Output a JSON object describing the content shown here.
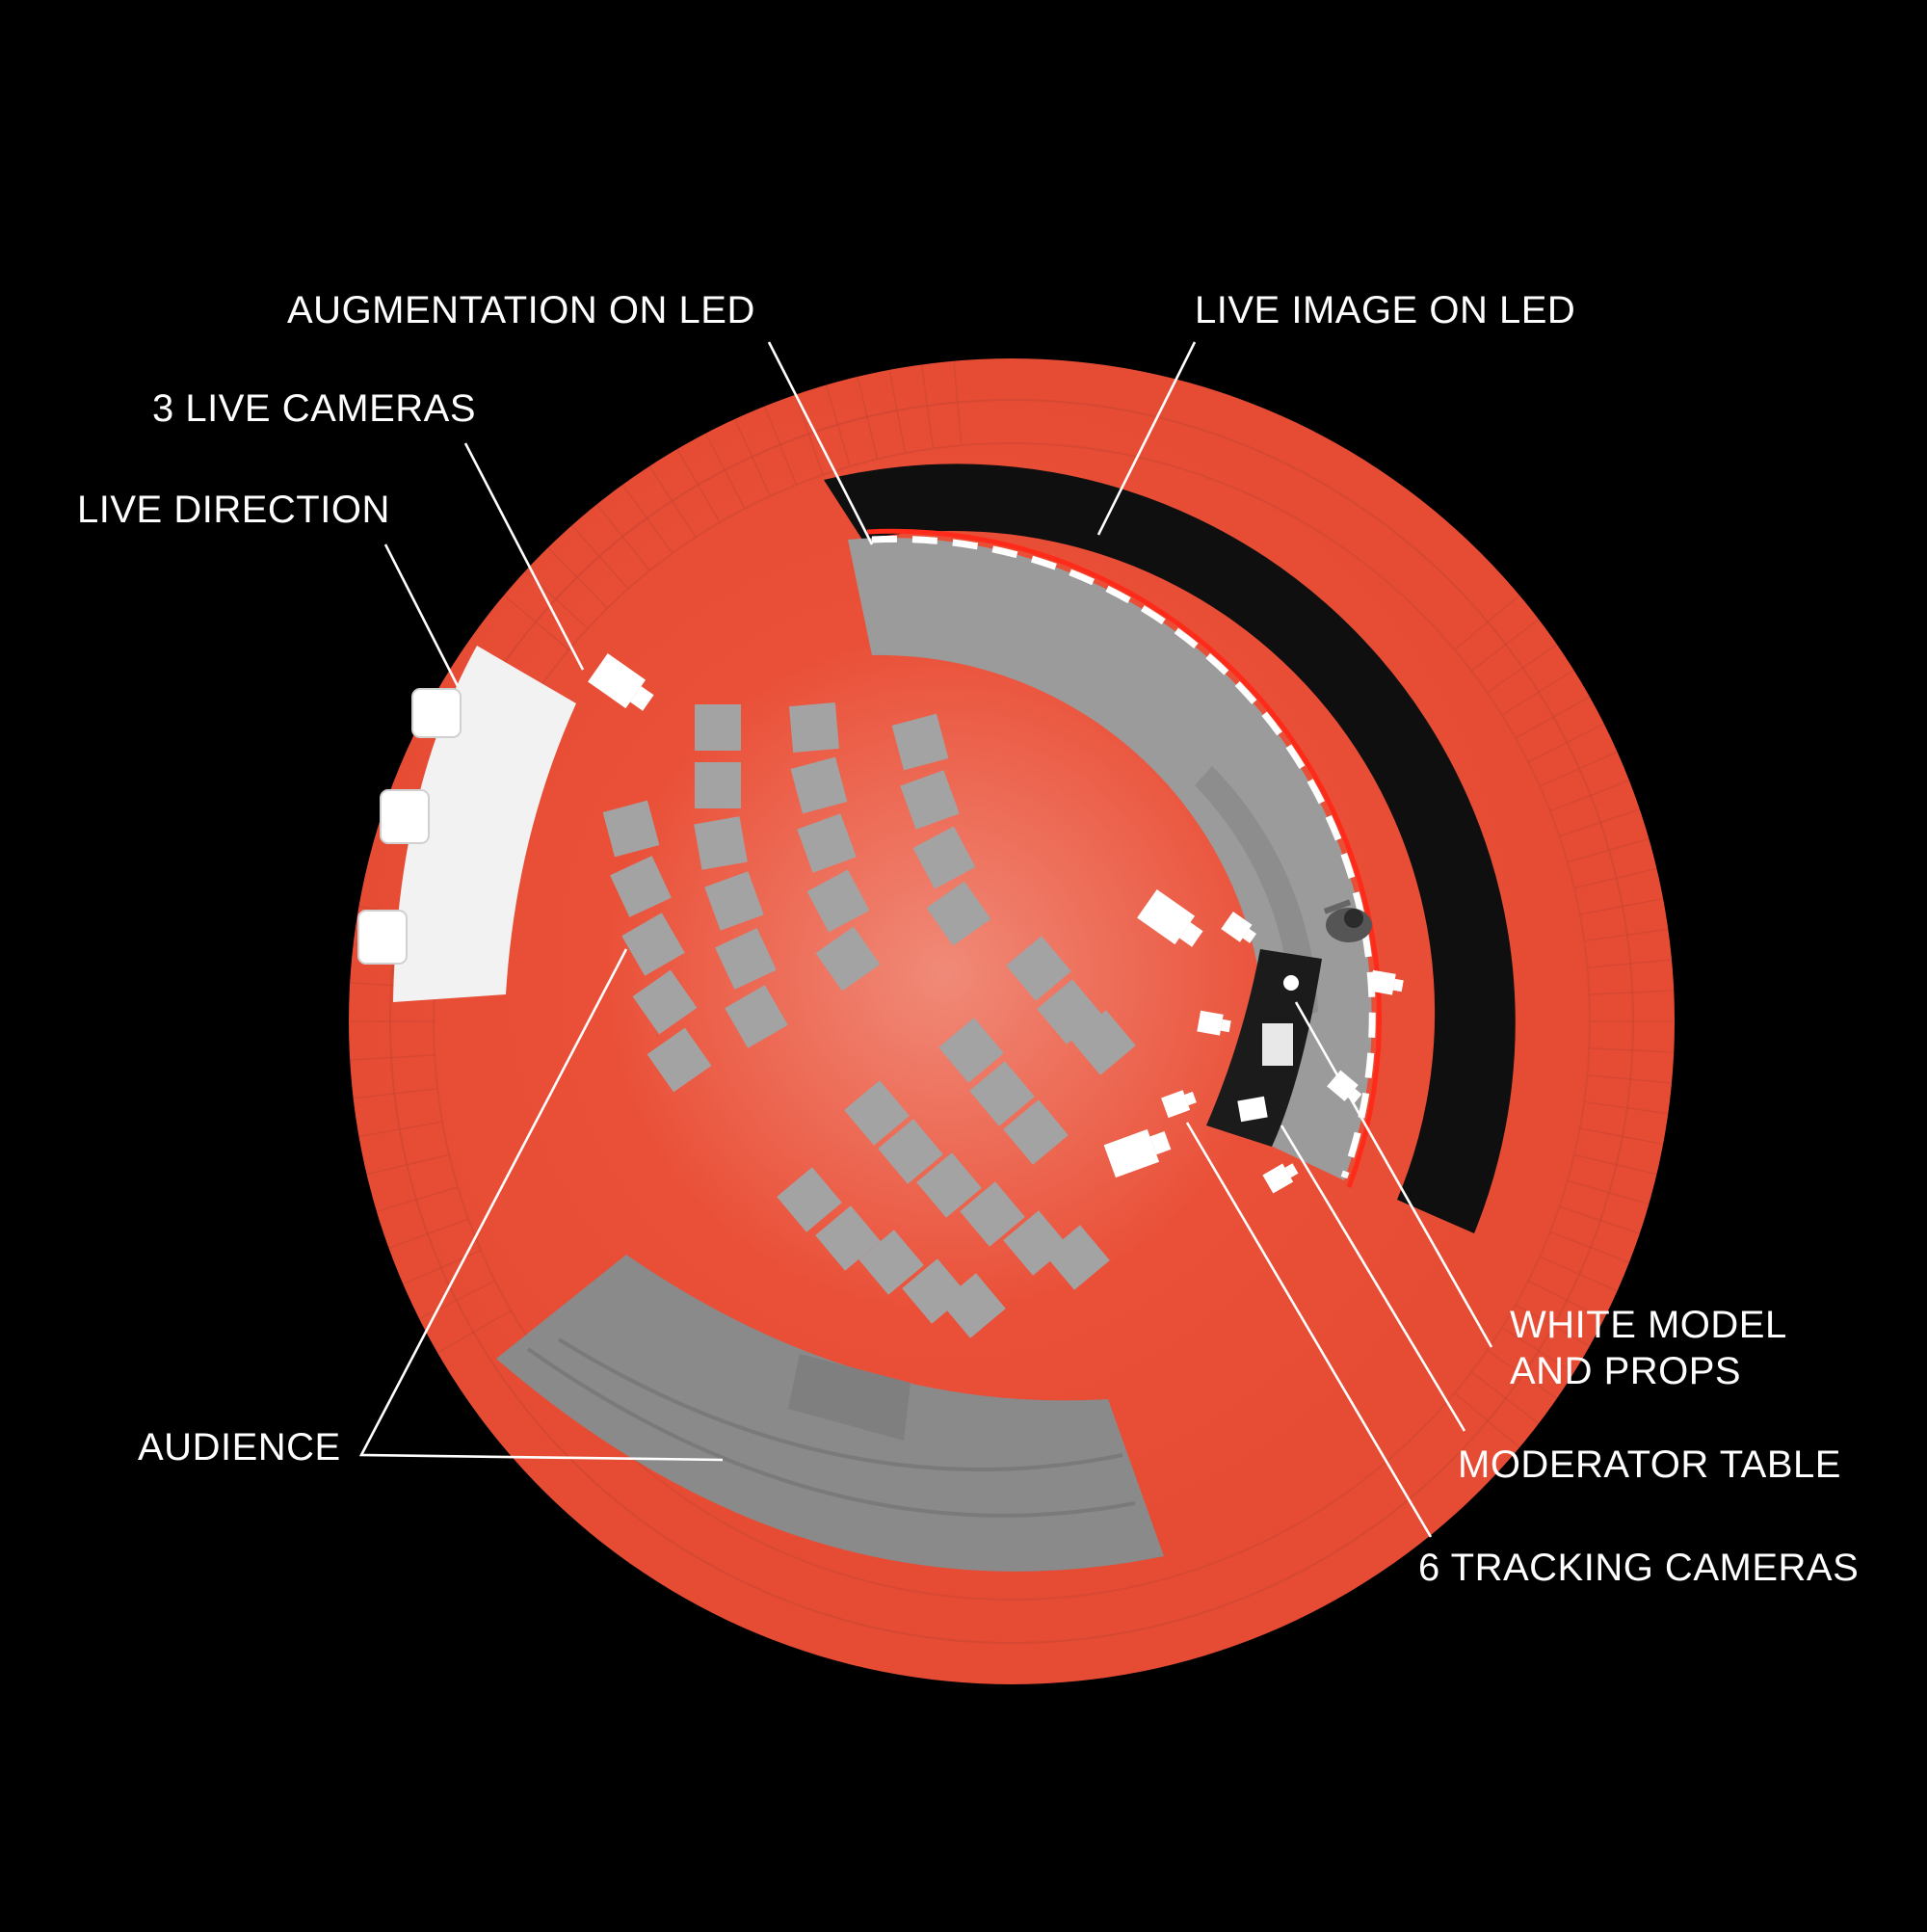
{
  "colors": {
    "background": "#000000",
    "floor": "#ea5038",
    "floor_highlight": "#f08a78",
    "stage": "#9b9b9b",
    "seat": "#a3a3a3",
    "led_wall": "#0f0f0f",
    "led_strip": "#ff2b1a",
    "equipment": "#ffffff",
    "label": "#ffffff"
  },
  "labels": {
    "augmentation": "AUGMENTATION ON LED",
    "live_image": "LIVE IMAGE ON LED",
    "live_cameras": "3 LIVE CAMERAS",
    "live_direction": "LIVE DIRECTION",
    "audience": "AUDIENCE",
    "white_model_line1": "WHITE MODEL",
    "white_model_line2": "AND PROPS",
    "moderator_table": "MODERATOR TABLE",
    "tracking_cameras": "6 TRACKING CAMERAS"
  }
}
